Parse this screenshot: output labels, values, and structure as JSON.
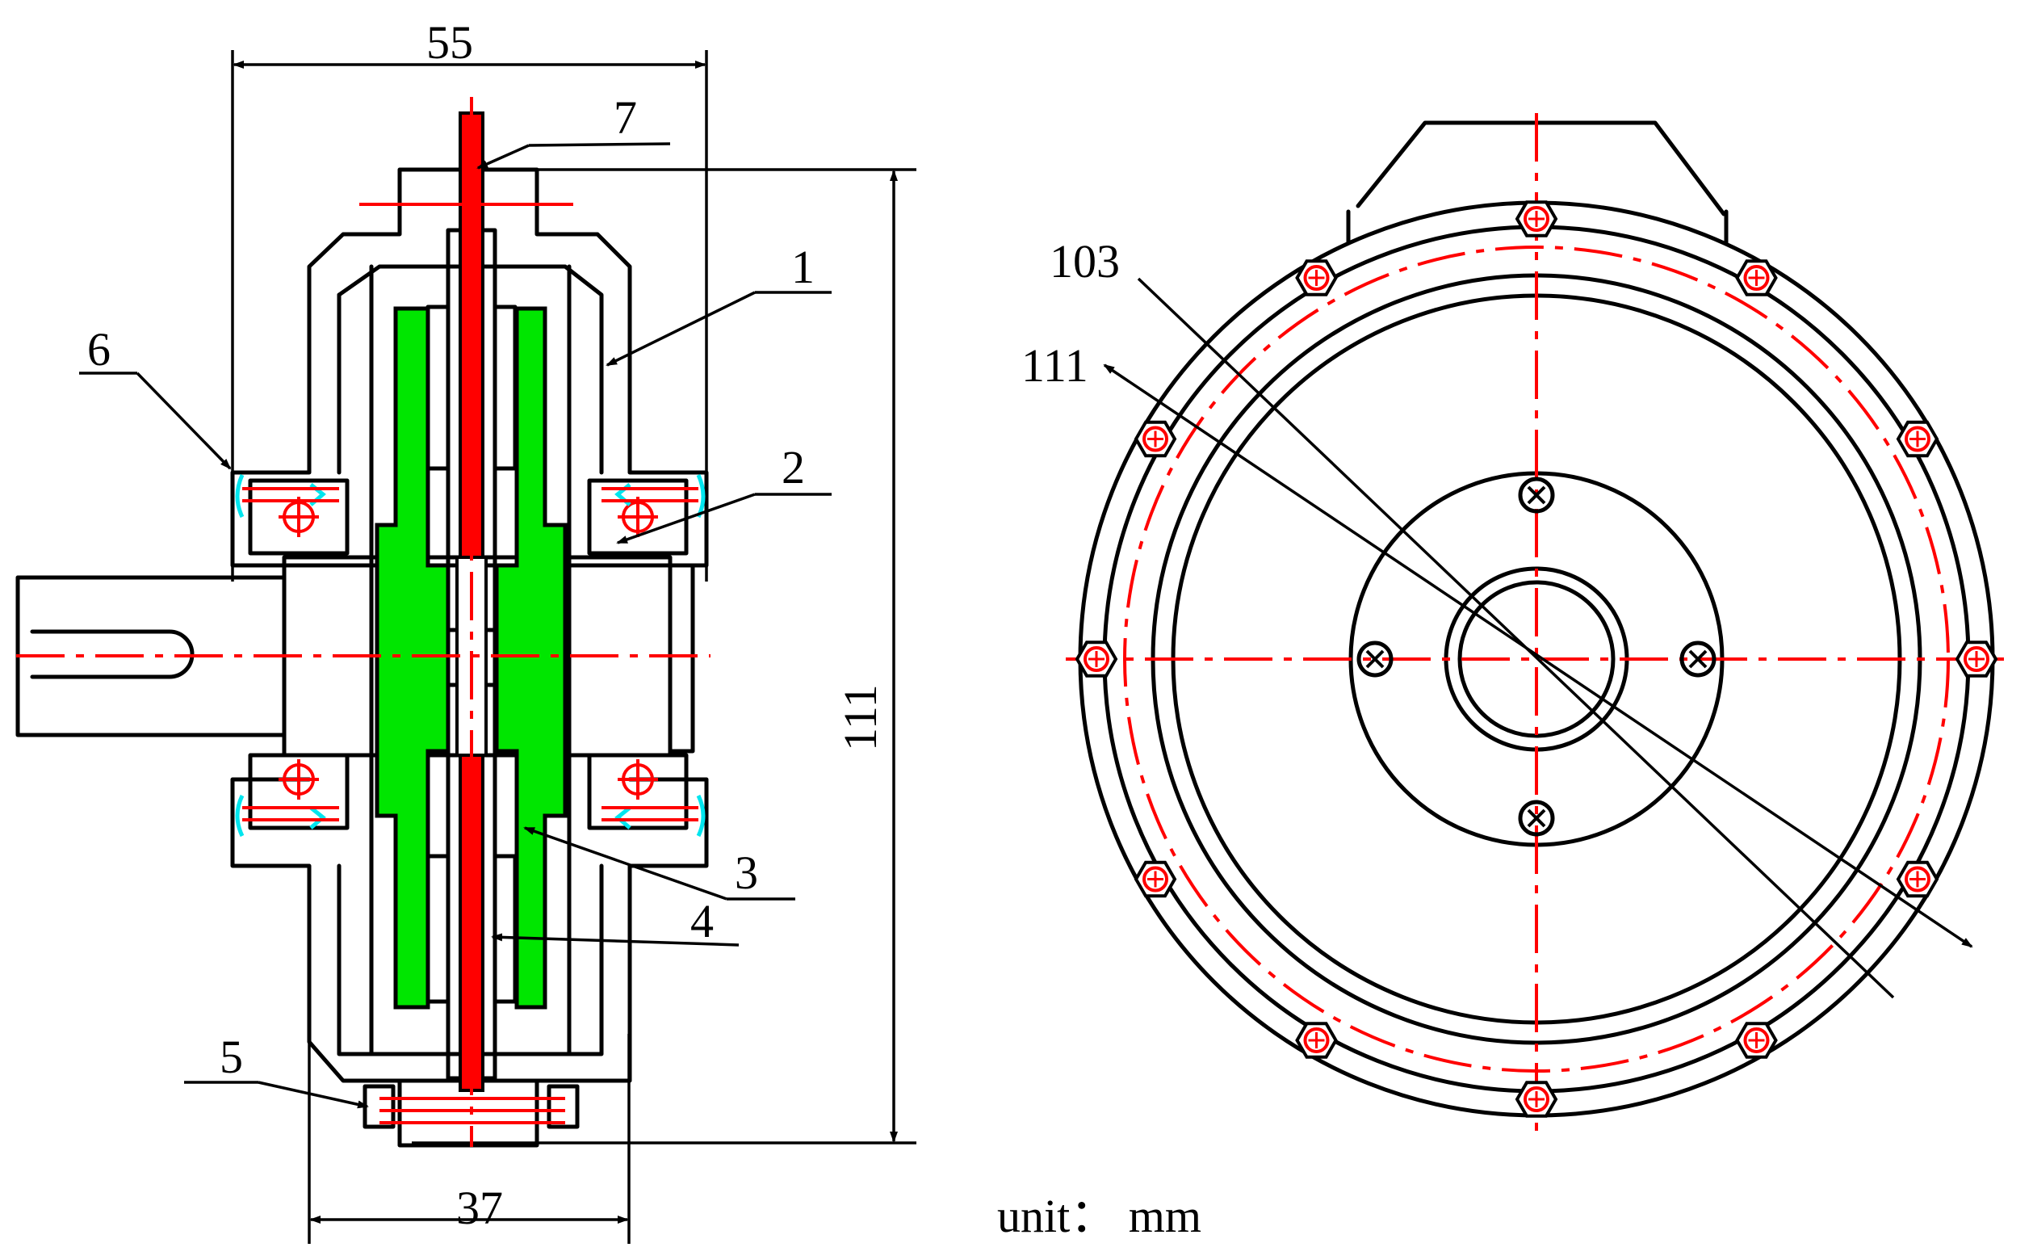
{
  "colors": {
    "line": "#000000",
    "center_line": "#ff0000",
    "rotor": "#00e600",
    "magnet": "#ff0000",
    "seal": "#00e5ee"
  },
  "side_view": {
    "dim_top": "55",
    "dim_bottom": "37",
    "dim_right": "111",
    "callouts": [
      "1",
      "2",
      "3",
      "4",
      "5",
      "6",
      "7"
    ]
  },
  "front_view": {
    "callouts": [
      "103",
      "111"
    ]
  },
  "unit_label": "unit： mm"
}
